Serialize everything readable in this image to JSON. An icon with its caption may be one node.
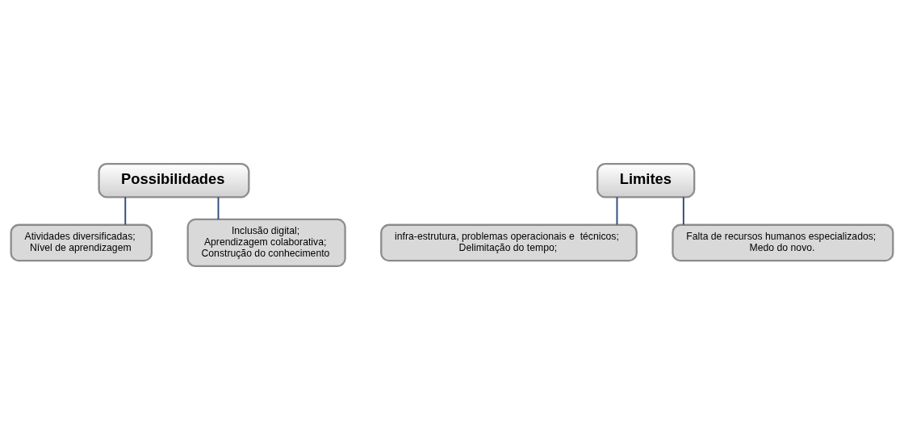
{
  "diagram": {
    "nodes": [
      {
        "text": [
          "Possibilidades"
        ]
      },
      {
        "text": [
          "Atividades diversificadas;",
          "Nível de aprendizagem"
        ]
      },
      {
        "text": [
          "Inclusão digital;",
          "Aprendizagem colaborativa;",
          "Construção do conhecimento"
        ]
      },
      {
        "text": [
          "Limites"
        ]
      },
      {
        "text": [
          "infra-estrutura, problemas operacionais e  técnicos;",
          "Delimitação do tempo;"
        ]
      },
      {
        "text": [
          "Falta de recursos humanos especializados;",
          "Medo do novo."
        ]
      }
    ],
    "edges": [
      {
        "from": 0,
        "to": 1,
        "arrow": "none"
      },
      {
        "from": 0,
        "to": 2,
        "arrow": "none"
      },
      {
        "from": 3,
        "to": 4,
        "arrow": "none"
      },
      {
        "from": 3,
        "to": 5,
        "arrow": "none"
      }
    ]
  }
}
